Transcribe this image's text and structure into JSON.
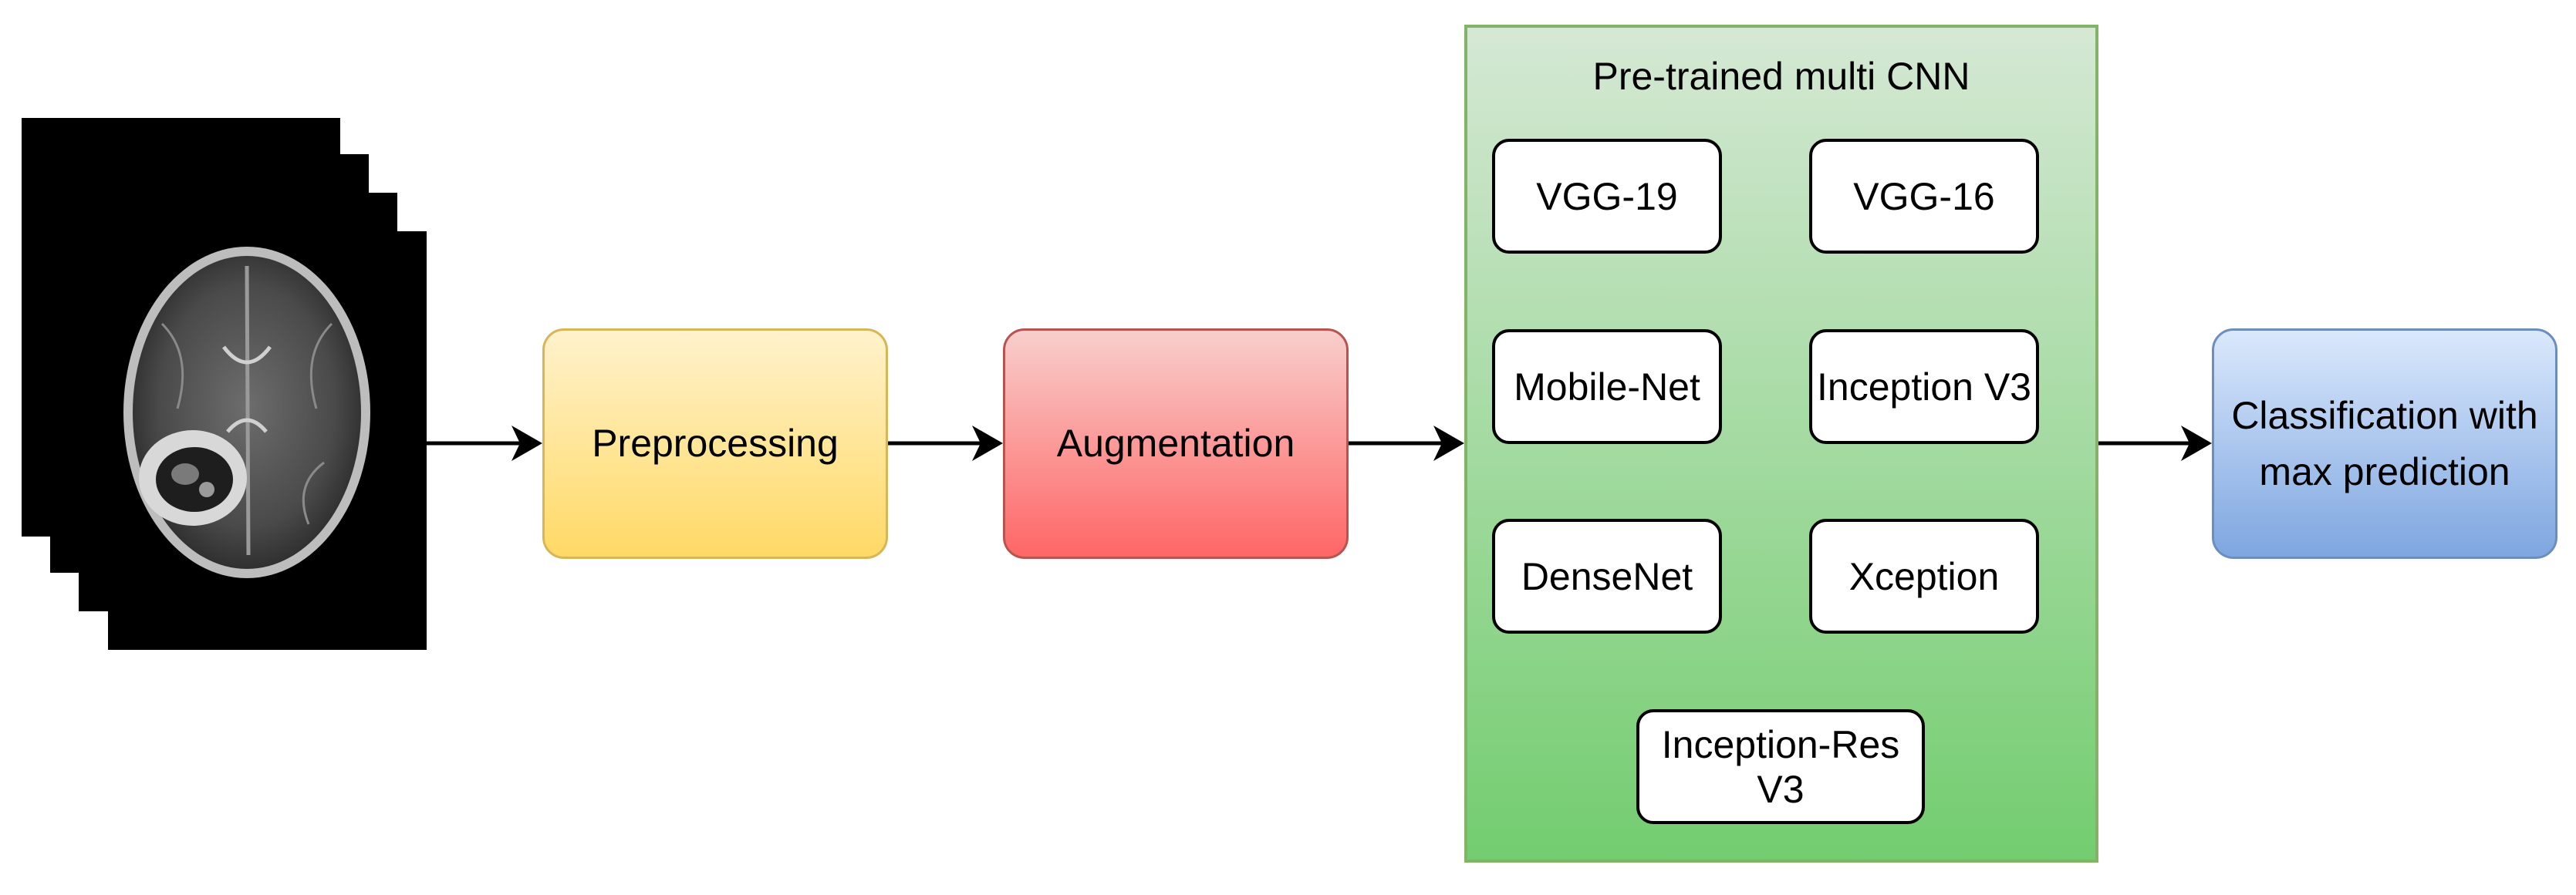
{
  "pipeline": {
    "preprocessing": "Preprocessing",
    "augmentation": "Augmentation",
    "classification_line1": "Classification with",
    "classification_line2": "max prediction"
  },
  "cnn_panel": {
    "title": "Pre-trained multi CNN",
    "models": [
      "VGG-19",
      "VGG-16",
      "Mobile-Net",
      "Inception V3",
      "DenseNet",
      "Xception",
      "Inception-Res V3"
    ]
  },
  "colors": {
    "preprocessing": "#ffd966",
    "augmentation": "#ff6666",
    "cnn_panel": "#73cd6f",
    "classification": "#7ea6e0"
  }
}
